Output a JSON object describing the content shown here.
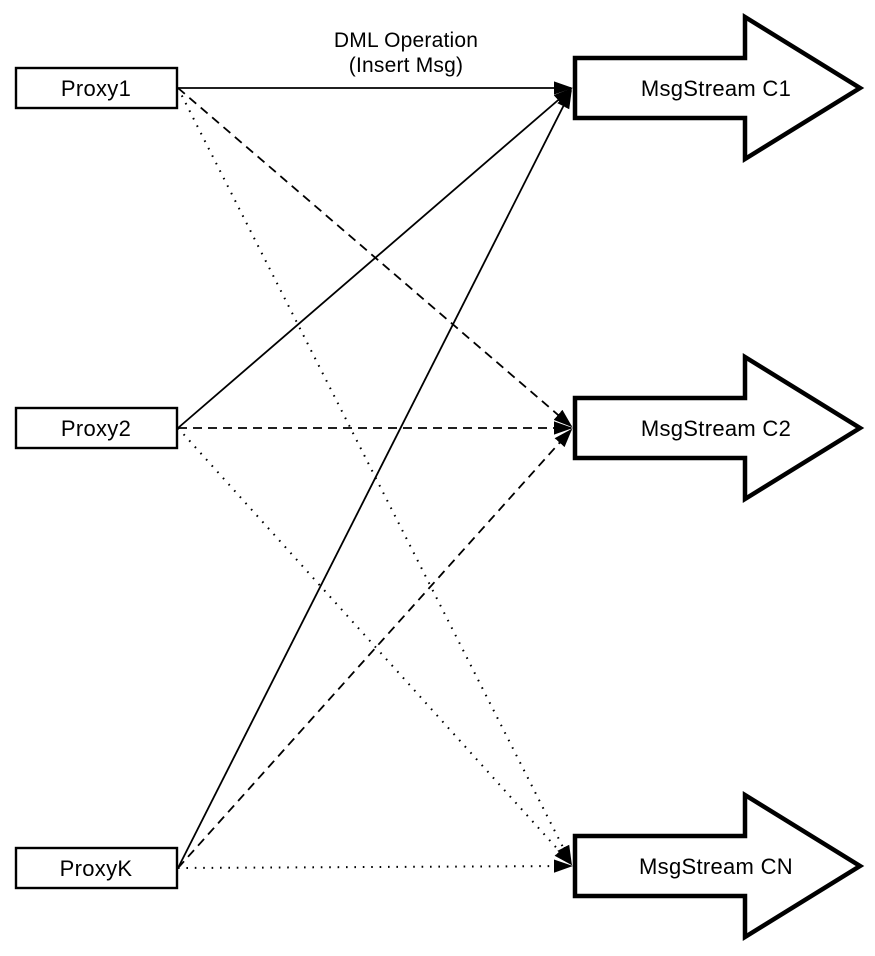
{
  "diagram": {
    "top_label": {
      "line1": "DML Operation",
      "line2": "(Insert Msg)"
    },
    "proxies": [
      {
        "label": "Proxy1"
      },
      {
        "label": "Proxy2"
      },
      {
        "label": "ProxyK"
      }
    ],
    "streams": [
      {
        "label": "MsgStream C1",
        "incoming_line_style": "solid"
      },
      {
        "label": "MsgStream C2",
        "incoming_line_style": "dashed"
      },
      {
        "label": "MsgStream CN",
        "incoming_line_style": "dotted"
      }
    ],
    "connections": [
      {
        "from": "Proxy1",
        "to": "MsgStream C1",
        "style": "solid"
      },
      {
        "from": "Proxy2",
        "to": "MsgStream C1",
        "style": "solid"
      },
      {
        "from": "ProxyK",
        "to": "MsgStream C1",
        "style": "solid"
      },
      {
        "from": "Proxy1",
        "to": "MsgStream C2",
        "style": "dashed"
      },
      {
        "from": "Proxy2",
        "to": "MsgStream C2",
        "style": "dashed"
      },
      {
        "from": "ProxyK",
        "to": "MsgStream C2",
        "style": "dashed"
      },
      {
        "from": "Proxy1",
        "to": "MsgStream CN",
        "style": "dotted"
      },
      {
        "from": "Proxy2",
        "to": "MsgStream CN",
        "style": "dotted"
      },
      {
        "from": "ProxyK",
        "to": "MsgStream CN",
        "style": "dotted"
      }
    ],
    "colors": {
      "stroke": "#000000",
      "node_fill": "#ffffff",
      "background": "#ffffff",
      "arrowhead_fill": "#000000"
    }
  }
}
